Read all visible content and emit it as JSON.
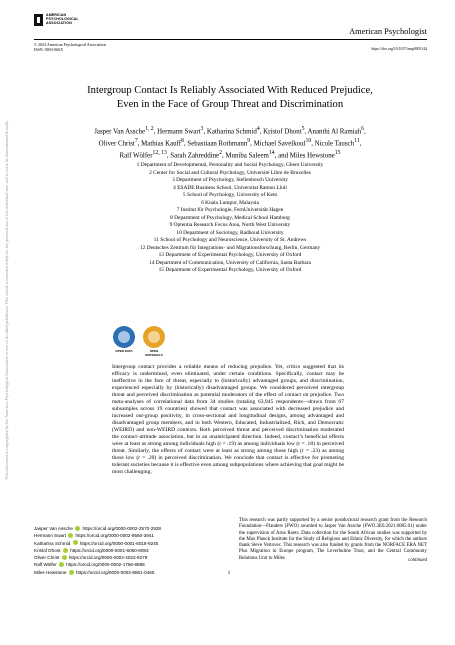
{
  "side_note": "This document is copyrighted by the American Psychological Association or one of its allied publishers. This article is intended solely for the personal use of the individual user and is not to be disseminated broadly.",
  "header": {
    "logo_text": [
      "AMERICAN",
      "PSYCHOLOGICAL",
      "ASSOCIATION"
    ],
    "journal": "American Psychologist",
    "copyright": "© 2023 American Psychological Association",
    "issn": "ISSN: 0003-066X",
    "doi": "https://doi.org/10.1037/amp0001144"
  },
  "title_lines": [
    "Intergroup Contact Is Reliably Associated With Reduced Prejudice,",
    "Even in the Face of Group Threat and Discrimination"
  ],
  "author_lines": [
    "Jasper Van Assche1, 2, Hermann Swart3, Katharina Schmid4, Kristof Dhont5, Ananthi Al Ramiah6,",
    "Oliver Christ7, Mathias Kauff8, Sebastiaan Rothmann9, Michael Savelkoul10, Nicole Tausch11,",
    "Ralf Wölfer12, 13, Sarah Zahreddine2, Muniba Saleem14, and Miles Hewstone15"
  ],
  "affiliations": [
    "1 Department of Developmental, Personality and Social Psychology, Ghent University",
    "2 Center for Social and Cultural Psychology, Université Libre de Bruxelles",
    "3 Department of Psychology, Stellenbosch University",
    "4 ESADE Business School, Universitat Ramon Llull",
    "5 School of Psychology, University of Kent",
    "6 Kuala Lumpur, Malaysia",
    "7 Institut für Psychologie, FernUniversität Hagen",
    "8 Department of Psychology, Medical School Hamburg",
    "9 Optentia Research Focus Area, North West University",
    "10 Department of Sociology, Radboud University",
    "11 School of Psychology and Neuroscience, University of St. Andrews",
    "12 Deutsches Zentrum für Integrations- und Migrationsforschung, Berlin, Germany",
    "13 Department of Experimental Psychology, University of Oxford",
    "14 Department of Communication, University of California, Santa Barbara",
    "15 Department of Experimental Psychology, University of Oxford"
  ],
  "badges": [
    "OPEN DATA",
    "OPEN MATERIALS"
  ],
  "abstract": "Intergroup contact provides a reliable means of reducing prejudice. Yet, critics suggested that its efficacy is undermined, even eliminated, under certain conditions. Specifically, contact may be ineffective in the face of threat, especially to (historically) advantaged groups, and discrimination, experienced especially by (historically) disadvantaged groups. We considered perceived intergroup threat and perceived discrimination as potential moderators of the effect of contact on prejudice. Two meta-analyses of correlational data from 34 studies (totaling 63,945 respondents—drawn from 67 subsamples across 19 countries) showed that contact was associated with decreased prejudice and increased out-group positivity, in cross-sectional and longitudinal designs, among advantaged and disadvantaged group members, and in both Western, Educated, Industrialized, Rich, and Democratic (WEIRD) and non-WEIRD contexts. Both perceived threat and perceived discrimination moderated the contact–attitude association, but in an unanticipated direction. Indeed, contact’s beneficial effects were at least as strong among individuals high (r = .19) as among individuals low (r = .18) in perceived threat. Similarly, the effects of contact were at least as strong among those high (r = .23) as among those low (r = .20) in perceived discrimination. We conclude that contact is effective for promoting tolerant societies because it is effective even among subpopulations where achieving that goal might be most challenging.",
  "orcids": [
    {
      "name": "Jasper Van Assche",
      "url": "https://orcid.org/0000-0002-2570-2928"
    },
    {
      "name": "Hermann Swart",
      "url": "https://orcid.org/0000-0002-9560-3941"
    },
    {
      "name": "Katharina Schmid",
      "url": "https://orcid.org/0000-0001-6018-9245"
    },
    {
      "name": "Kristof Dhont",
      "url": "https://orcid.org/0000-0001-6060-8083"
    },
    {
      "name": "Oliver Christ",
      "url": "https://orcid.org/0000-0002-4022-9278"
    },
    {
      "name": "Ralf Wölfer",
      "url": "https://orcid.org/0000-0002-1756-8888"
    },
    {
      "name": "Miles Hewstone",
      "url": "https://orcid.org/0000-0002-8861-0465"
    }
  ],
  "funding": "This research was partly supported by a senior postdoctoral research grant from the Research Foundation—Flanders (FWO) awarded to Jasper Van Assche (FWO.3E0.2021.0085.01) under the supervision of Arne Roets. Data collection for the South African studies was supported by the Max Planck Institute for the Study of Religious and Ethnic Diversity, for which the authors thank Steve Vertovec. This research was also funded by grants from the NORFACE ERA NET Plus Migration in Europe program, The Leverhulme Trust, and the Central Community Relations Unit to Miles",
  "continued": "continued",
  "page_number": "1",
  "colors": {
    "open_data": "#2c6fb3",
    "open_materials": "#e6a327",
    "orcid": "#a6ce39"
  }
}
